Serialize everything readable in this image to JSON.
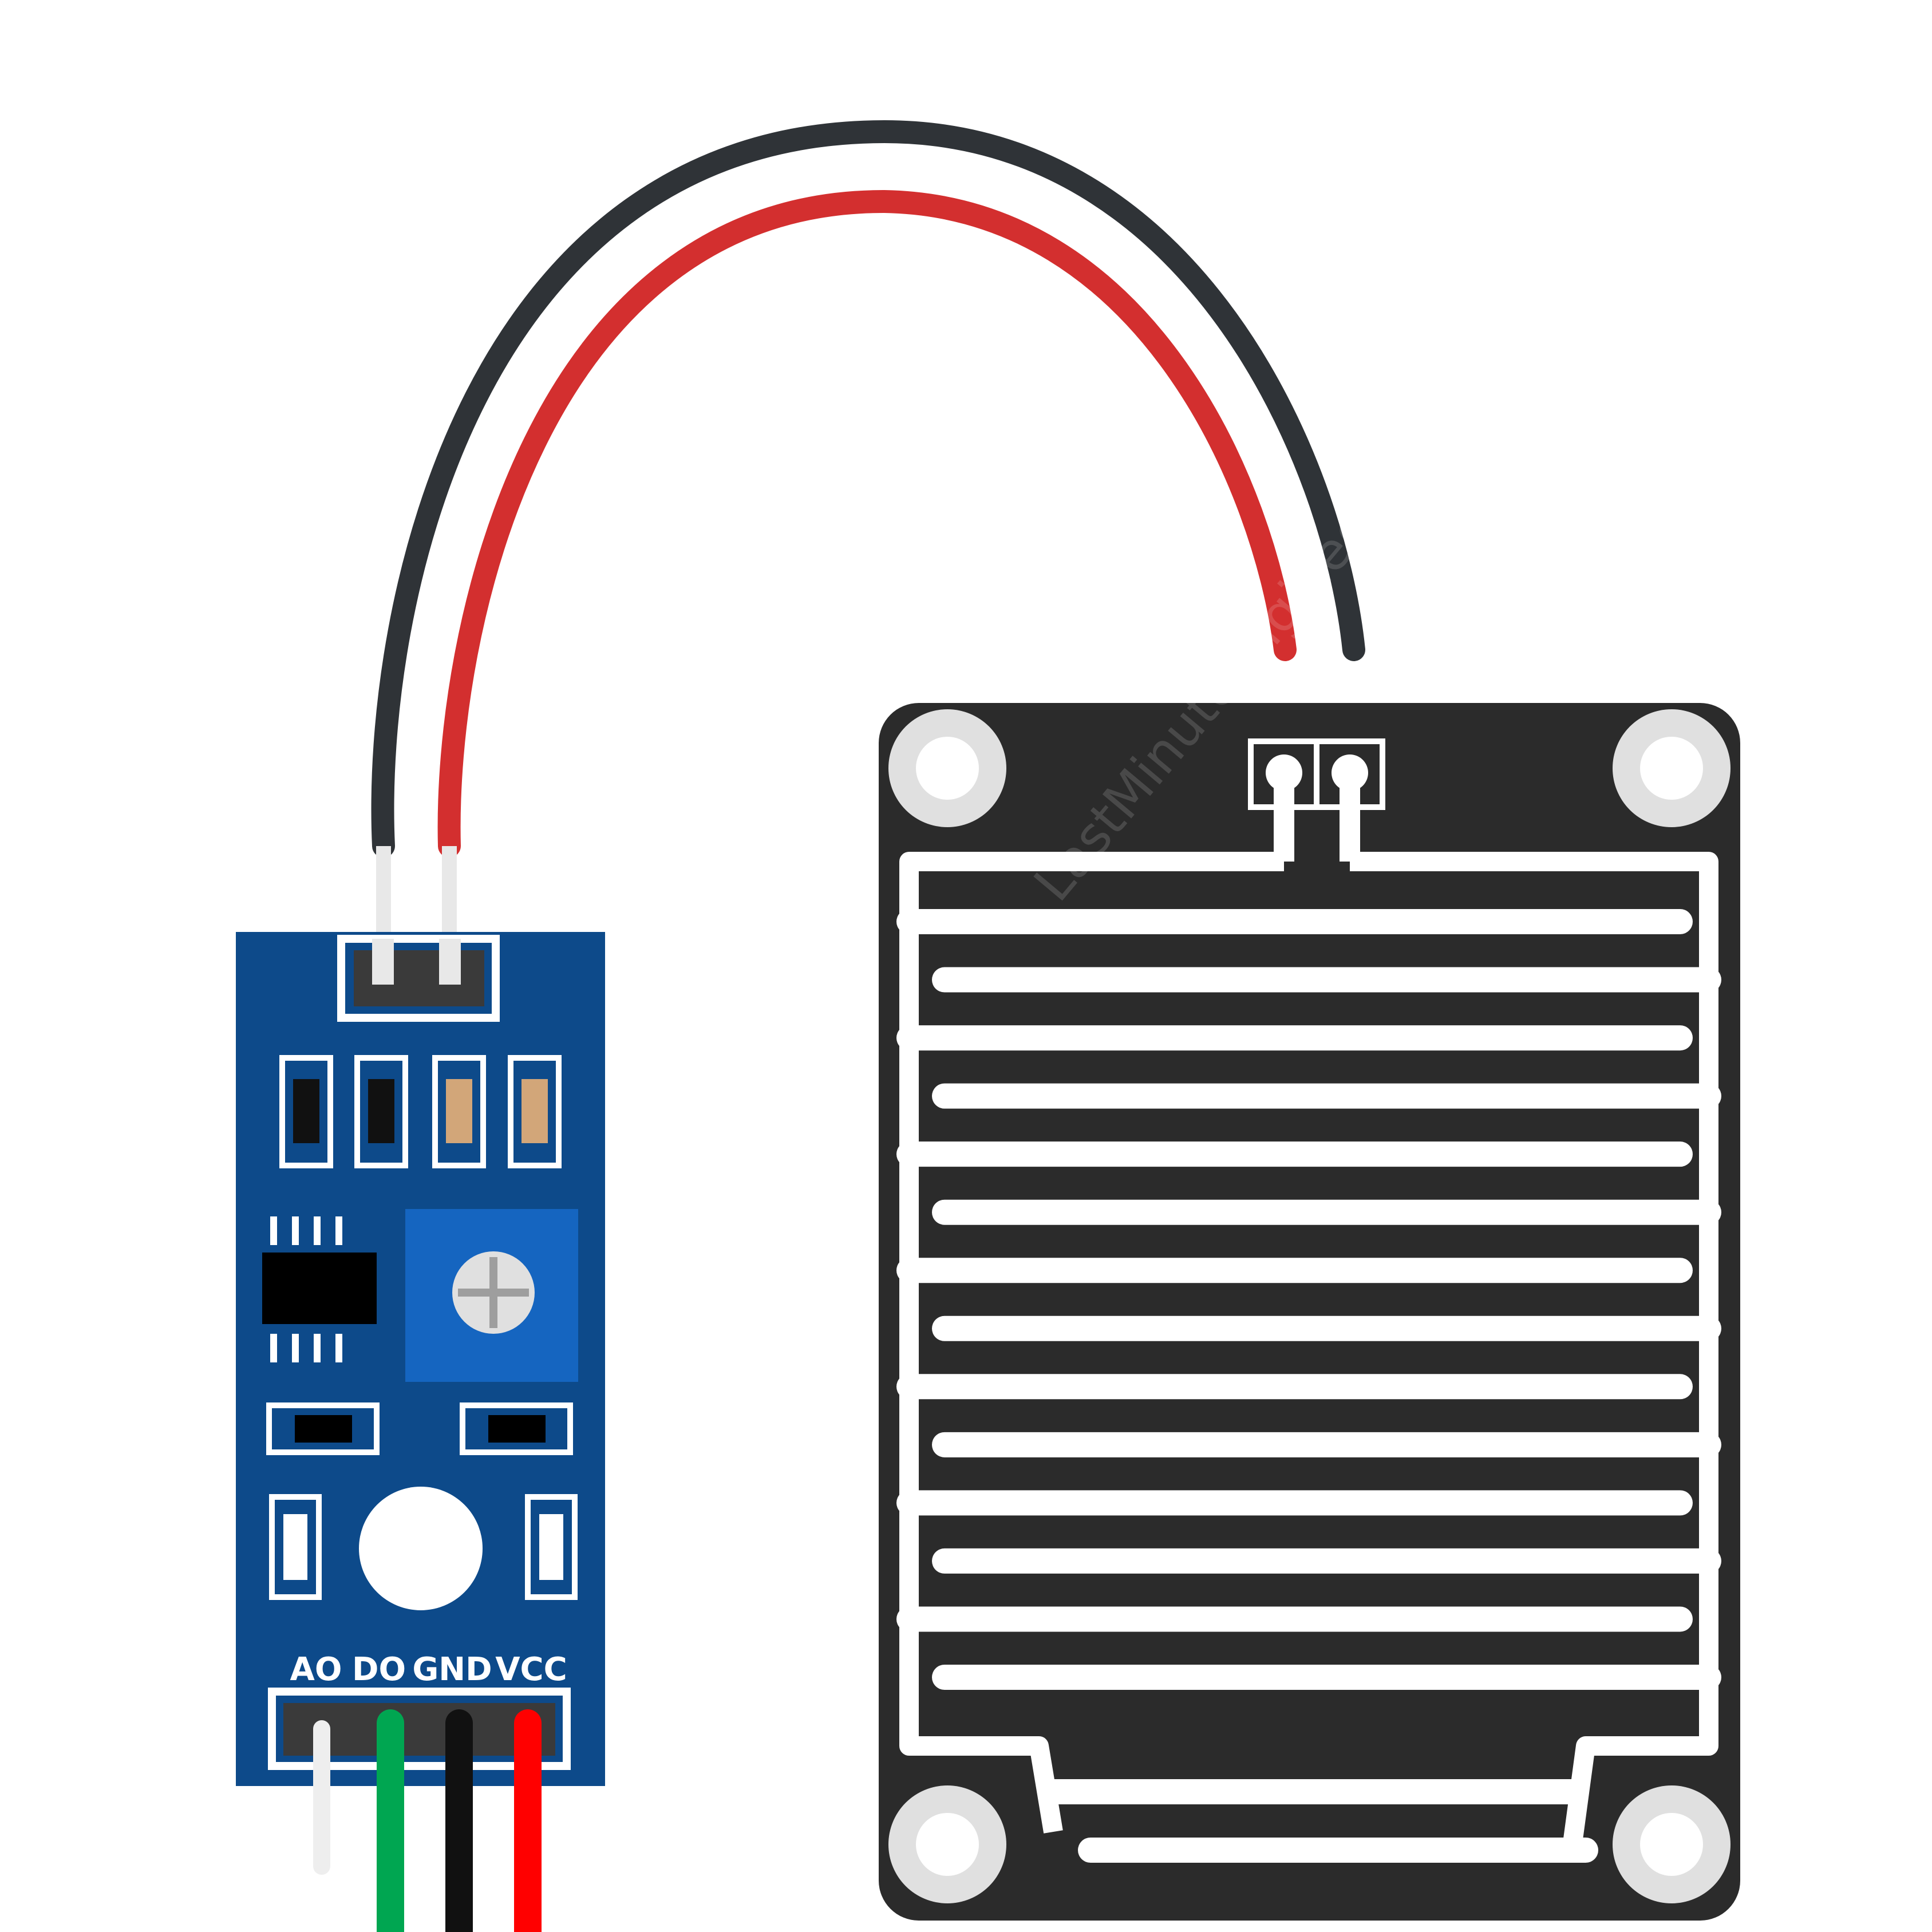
{
  "module": {
    "pin_labels": [
      "AO",
      "DO",
      "GND",
      "VCC"
    ],
    "board_color": "#0d4a8a",
    "pot_color": "#1565c0"
  },
  "sensor_plate": {
    "color": "#2b2b2b",
    "trace_color": "#ffffff",
    "finger_count": 14
  },
  "wires": {
    "black": "#2f3337",
    "red": "#d32f2f",
    "green": "#00a651",
    "lead_black": "#111111",
    "lead_red": "#ff0000"
  },
  "watermark": "LastMinuteEngineers.com"
}
